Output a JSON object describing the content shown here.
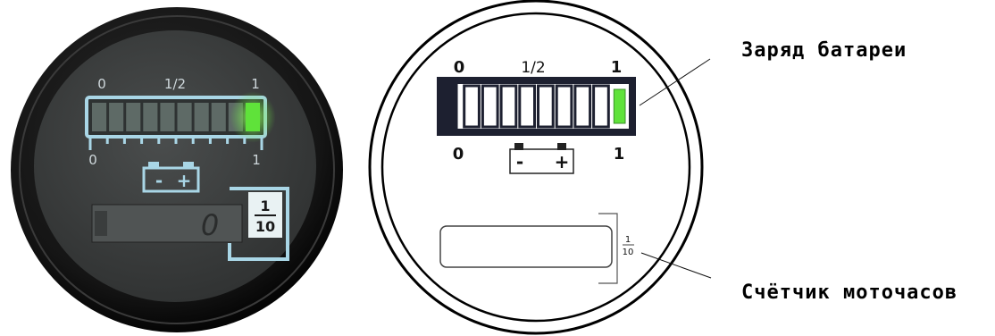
{
  "photo_gauge": {
    "scale_top": [
      "0",
      "1/2",
      "1"
    ],
    "scale_bottom": [
      "0",
      "1"
    ],
    "battery_terminals": [
      "-",
      "+"
    ],
    "counter_digit": "0",
    "counter_unit": {
      "numerator": "1",
      "denominator": "10"
    }
  },
  "diagram_gauge": {
    "scale_top": [
      "0",
      "1/2",
      "1"
    ],
    "scale_bottom": [
      "0",
      "1"
    ],
    "battery_terminals": [
      "-",
      "+"
    ],
    "counter_unit": {
      "numerator": "1",
      "denominator": "10"
    }
  },
  "charge": {
    "segments": 10,
    "lit": 1,
    "level": 1
  },
  "labels": {
    "battery_charge": "Заряд батареи",
    "hour_meter": "Счётчик моточасов"
  },
  "colors": {
    "bezel": "#111111",
    "face": "#3a3c3c",
    "outline": "#a9d6e6",
    "lit_segment": "#5fe23a",
    "unlit_segment": "#5e6a66",
    "diagram_frame": "#1d2030"
  }
}
